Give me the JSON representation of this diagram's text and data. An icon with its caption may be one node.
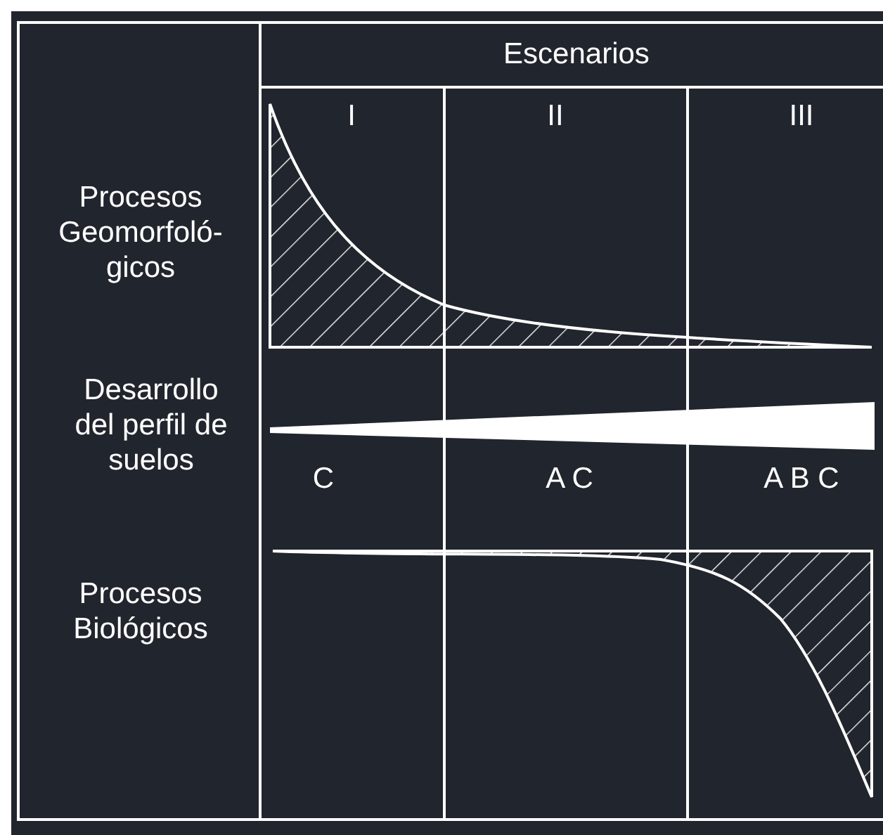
{
  "diagram": {
    "labels": [
      "Escenarios",
      "I",
      "II",
      "III",
      "Procesos Geomorfoló-gicos",
      "Desarrollo del perfil de suelos",
      "C",
      "A C",
      "A B C",
      "Procesos Biológicos"
    ]
  }
}
